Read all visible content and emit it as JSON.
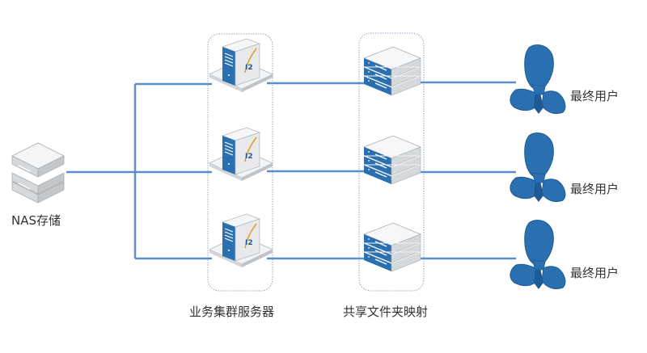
{
  "colors": {
    "link": "#5b8fcb",
    "accent": "#2a6fb0",
    "accent_dark": "#1f5a94",
    "device_light": "#f2f3f5",
    "device_mid": "#d9dcdf",
    "device_dark": "#b8bcc1",
    "group_border": "#8fa6bd"
  },
  "nodes": {
    "nas": {
      "label": "NAS存储",
      "icon": "storage-stack-icon"
    },
    "server_group": {
      "label": "业务集群服务器",
      "icon": "tower-server-icon",
      "count": 3
    },
    "share_group": {
      "label": "共享文件夹映射",
      "icon": "rack-server-icon",
      "count": 3
    },
    "users": [
      {
        "label": "最终用户",
        "icon": "user-icon"
      },
      {
        "label": "最终用户",
        "icon": "user-icon"
      },
      {
        "label": "最终用户",
        "icon": "user-icon"
      }
    ]
  },
  "server_badge": "I2"
}
